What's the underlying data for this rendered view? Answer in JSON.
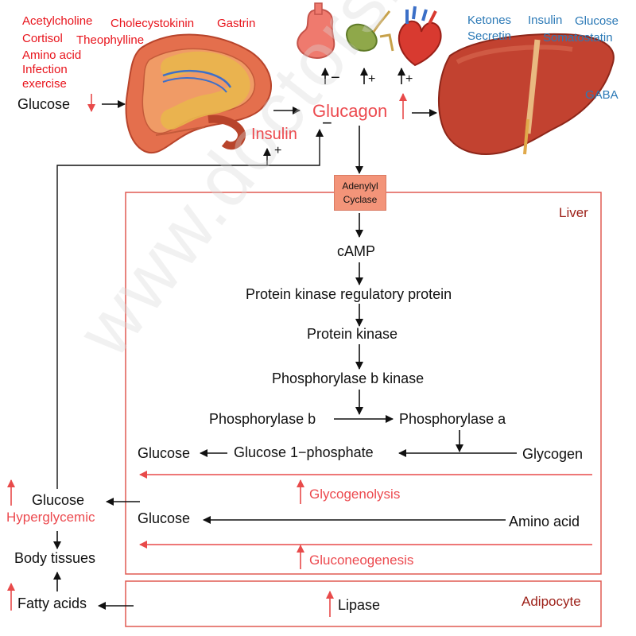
{
  "stimulators": [
    "Acetylcholine",
    "Cholecystokinin",
    "Gastrin",
    "Cortisol",
    "Theophylline",
    "Amino acid",
    "Infection",
    "exercise"
  ],
  "glucose_input": "Glucose",
  "glucagon": "Glucagon",
  "insulin": "Insulin",
  "minus_sign": "−",
  "plus_sign": "+",
  "liver_inhibitors": [
    "Ketones",
    "Insulin",
    "Glucose",
    "Secretin",
    "Somatostatin",
    "GABA"
  ],
  "adenylyl_cyclase": [
    "Adenylyl",
    "Cyclase"
  ],
  "liver_label": "Liver",
  "adipocyte_label": "Adipocyte",
  "pathway": {
    "camp": "cAMP",
    "pk_reg": "Protein kinase regulatory protein",
    "pk": "Protein kinase",
    "phk": "Phosphorylase b kinase",
    "phos_b": "Phosphorylase b",
    "phos_a": "Phosphorylase a",
    "glucose": "Glucose",
    "g1p": "Glucose 1−phosphate",
    "glycogen": "Glycogen",
    "glycogenolysis": "Glycogenolysis",
    "glucose2": "Glucose",
    "amino_acid": "Amino acid",
    "gluconeogenesis": "Gluconeogenesis",
    "lipase": "Lipase"
  },
  "left": {
    "glucose": "Glucose",
    "hyperglycemic": "Hyperglycemic",
    "body_tissues": "Body tissues",
    "fatty_acids": "Fatty acids"
  },
  "watermark": "www.doctorshots.in",
  "colors": {
    "stimulator_red": "#e8141c",
    "glucagon_pink": "#ec4a4f",
    "inhibitor_blue": "#2b79b6",
    "box_border": "#e05a52",
    "adenylyl_fill": "#f39479",
    "label_darkred": "#9c1f17"
  },
  "icons": [
    "pancreas-icon",
    "stomach-icon",
    "gallbladder-icon",
    "heart-icon",
    "liver-icon"
  ]
}
